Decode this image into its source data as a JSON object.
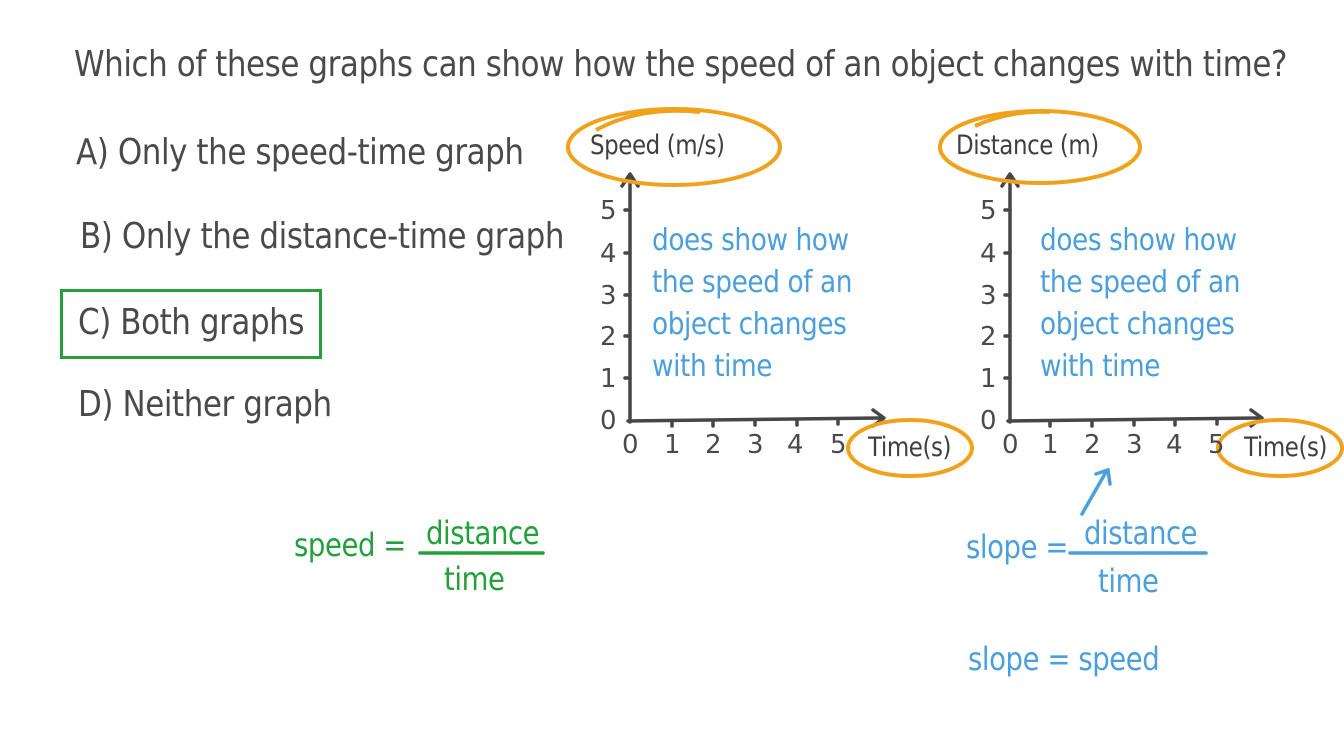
{
  "question": "Which of these graphs can show how the speed of an object changes with time?",
  "options": [
    {
      "letter": "A)",
      "text": "Only the speed-time graph",
      "selected": false
    },
    {
      "letter": "B)",
      "text": "Only the distance-time graph",
      "selected": false
    },
    {
      "letter": "C)",
      "text": "Both graphs",
      "selected": true
    },
    {
      "letter": "D)",
      "text": "Neither graph",
      "selected": false
    }
  ],
  "colors": {
    "text": "#4a4a4a",
    "highlight_circle": "#f0a21c",
    "note_blue": "#4a9fdc",
    "answer_green": "#22a03a"
  },
  "graphs": [
    {
      "y_axis_label": "Speed (m/s)",
      "x_axis_label": "Time(s)",
      "y_ticks": [
        "0",
        "1",
        "2",
        "3",
        "4",
        "5"
      ],
      "x_ticks": [
        "0",
        "1",
        "2",
        "3",
        "4",
        "5"
      ],
      "note": [
        "does show how",
        "the speed of an",
        "object changes",
        "with time"
      ]
    },
    {
      "y_axis_label": "Distance (m)",
      "x_axis_label": "Time(s)",
      "y_ticks": [
        "0",
        "1",
        "2",
        "3",
        "4",
        "5"
      ],
      "x_ticks": [
        "0",
        "1",
        "2",
        "3",
        "4",
        "5"
      ],
      "note": [
        "does show how",
        "the speed of an",
        "object changes",
        "with time"
      ]
    }
  ],
  "speed_formula": {
    "lhs": "speed =",
    "numerator": "distance",
    "denominator": "time"
  },
  "slope_formula": {
    "lhs": "slope =",
    "numerator": "distance",
    "denominator": "time"
  },
  "slope_equals": "slope = speed"
}
